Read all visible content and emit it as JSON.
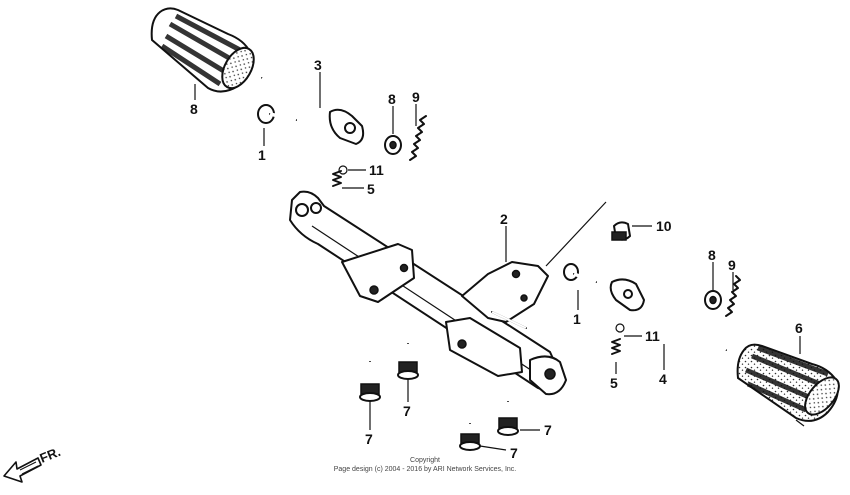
{
  "callouts": {
    "c1a": "1",
    "c1b": "1",
    "c2": "2",
    "c3": "3",
    "c4": "4",
    "c5a": "5",
    "c5b": "5",
    "c6": "6",
    "c7a": "7",
    "c7b": "7",
    "c7c": "7",
    "c7d": "7",
    "c8a": "8",
    "c8b": "8",
    "c8c": "8",
    "c9a": "9",
    "c9b": "9",
    "c10": "10",
    "c11a": "11",
    "c11b": "11"
  },
  "direction_label": "FR.",
  "copyright": {
    "line1": "Copyright",
    "line2": "Page design (c) 2004 - 2016 by ARI Network Services, Inc."
  },
  "icons": [
    "front-direction-arrow-icon"
  ]
}
